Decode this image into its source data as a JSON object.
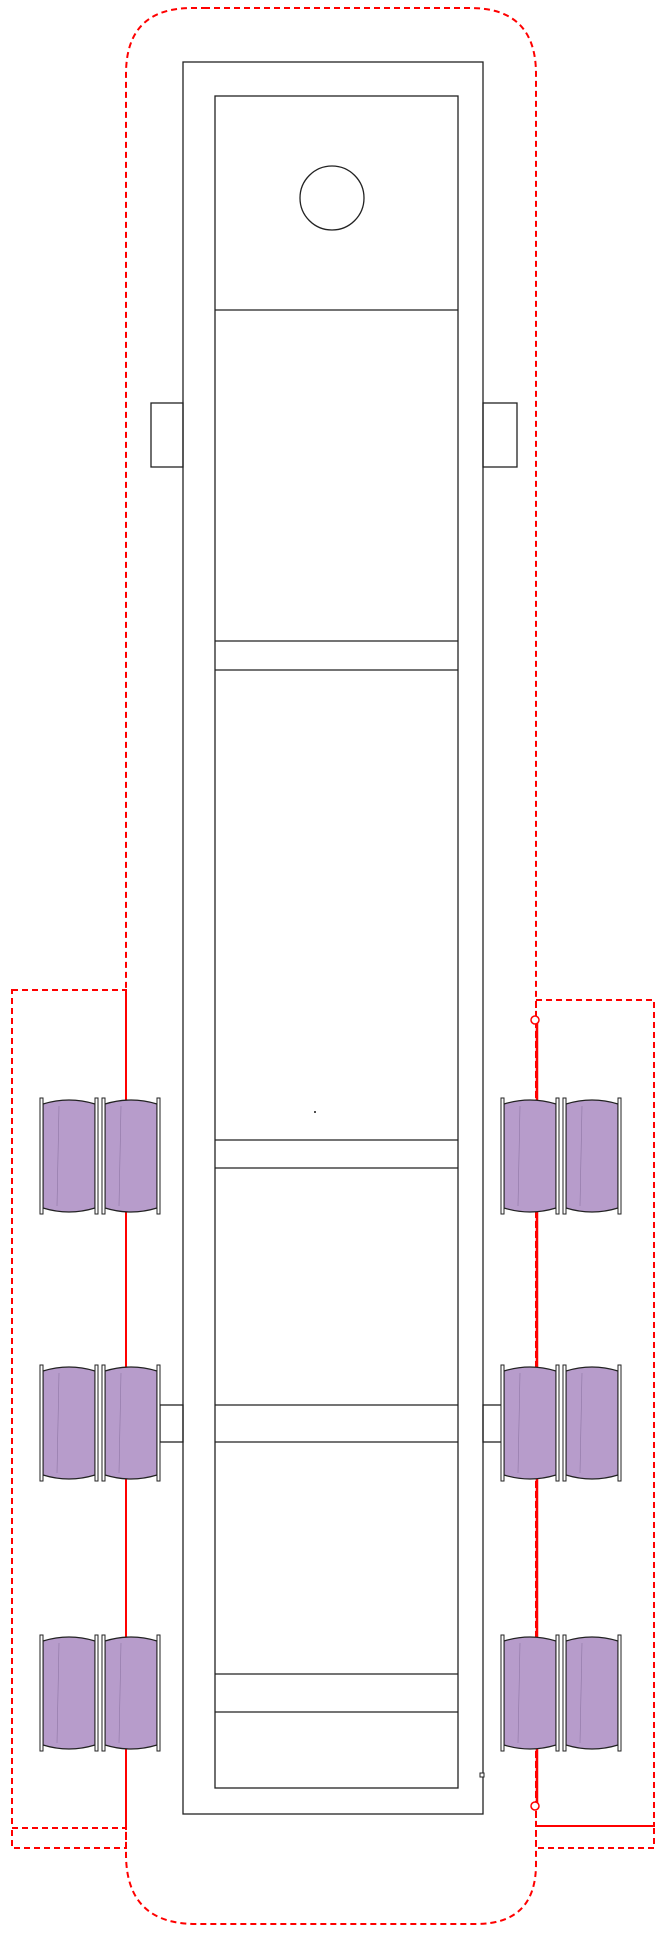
{
  "diagram": {
    "kind": "vehicle-plan-drawing",
    "text_labels": []
  },
  "colors": {
    "background": "#ffffff",
    "outline": "#222222",
    "clearance_boundary": "#ff0000",
    "wheel_fill": "#b79ccb",
    "wheel_stroke": "#222222"
  },
  "structure": {
    "body_sections": [
      "cab",
      "front-section",
      "middle-section",
      "rear-section-1",
      "rear-section-2",
      "tail"
    ],
    "side_mirrors": [
      "left",
      "right"
    ],
    "wheel_groups": [
      {
        "side": "left",
        "axle": 1,
        "tires": 2
      },
      {
        "side": "left",
        "axle": 2,
        "tires": 2
      },
      {
        "side": "left",
        "axle": 3,
        "tires": 2
      },
      {
        "side": "right",
        "axle": 1,
        "tires": 2
      },
      {
        "side": "right",
        "axle": 2,
        "tires": 2
      },
      {
        "side": "right",
        "axle": 3,
        "tires": 2
      }
    ],
    "clearance_zones": [
      "outer-rounded-boundary",
      "left-wheel-zone",
      "right-wheel-zone"
    ],
    "icons": [
      "circle-icon"
    ]
  }
}
